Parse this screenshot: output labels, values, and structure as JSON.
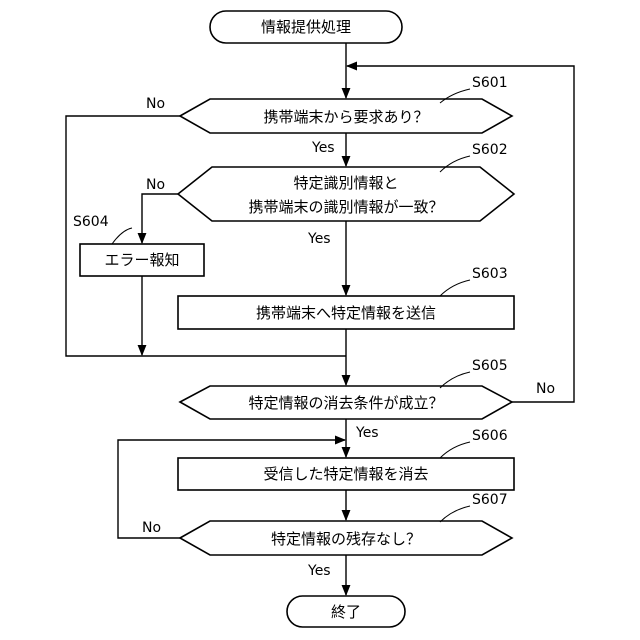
{
  "start": {
    "label": "情報提供処理"
  },
  "end": {
    "label": "終了"
  },
  "steps": {
    "s601": {
      "id": "S601",
      "text": "携帯端末から要求あり？"
    },
    "s602": {
      "id": "S602",
      "line1": "特定識別情報と",
      "line2": "携帯端末の識別情報が一致？"
    },
    "s603": {
      "id": "S603",
      "text": "携帯端末へ特定情報を送信"
    },
    "s604": {
      "id": "S604",
      "text": "エラー報知"
    },
    "s605": {
      "id": "S605",
      "text": "特定情報の消去条件が成立？"
    },
    "s606": {
      "id": "S606",
      "text": "受信した特定情報を消去"
    },
    "s607": {
      "id": "S607",
      "text": "特定情報の残存なし？"
    }
  },
  "branches": {
    "s601_no": "No",
    "s601_yes": "Yes",
    "s602_no": "No",
    "s602_yes": "Yes",
    "s605_no": "No",
    "s605_yes": "Yes",
    "s607_no": "No",
    "s607_yes": "Yes"
  }
}
